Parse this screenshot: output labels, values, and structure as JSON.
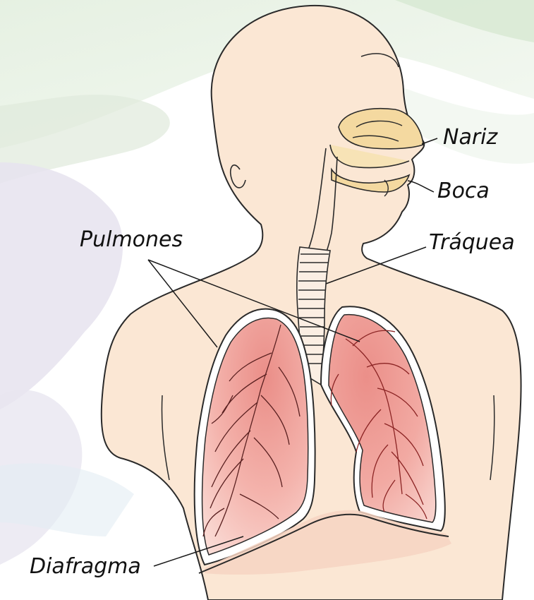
{
  "labels": {
    "nariz": "Nariz",
    "boca": "Boca",
    "traquea": "Tráquea",
    "pulmones": "Pulmones",
    "diafragma": "Diafragma"
  },
  "colors": {
    "skin": "#fbe7d4",
    "skin_outline": "#2a2a2a",
    "nasal_cavity": "#f4d9a0",
    "lung_light": "#f7c6c0",
    "lung_dark": "#e98d86",
    "lung_vessels": "#7a2a2a",
    "diaphragm": "#f6d3c2",
    "watercolor_green": "#dcead9",
    "watercolor_purple": "#e4e0ee"
  }
}
